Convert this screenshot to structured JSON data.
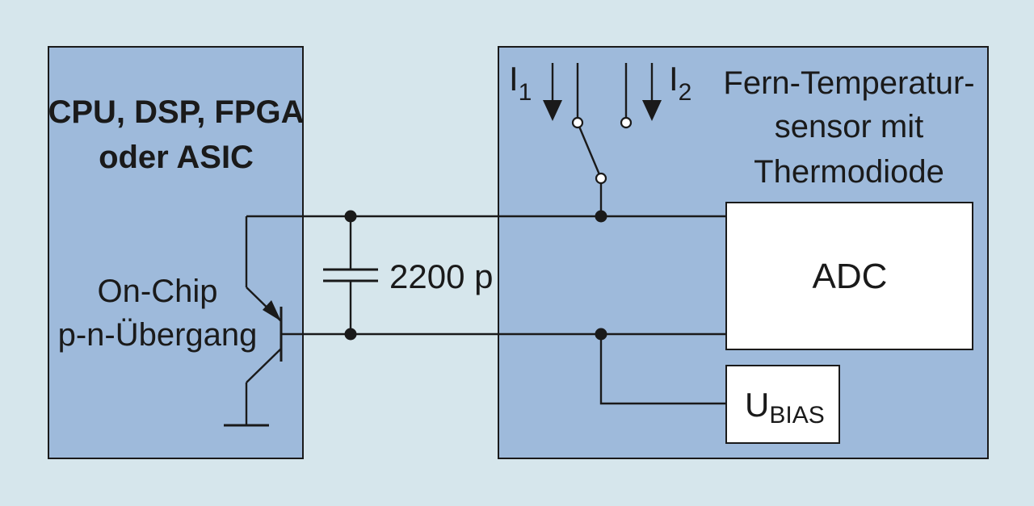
{
  "left_block": {
    "title_line1": "CPU, DSP, FPGA",
    "title_line2": "oder ASIC",
    "junction_line1": "On-Chip",
    "junction_line2": "p-n-Übergang"
  },
  "right_block": {
    "title_line1": "Fern-Temperatur-",
    "title_line2": "sensor mit",
    "title_line3": "Thermodiode",
    "current1_symbol": "I",
    "current1_index": "1",
    "current2_symbol": "I",
    "current2_index": "2",
    "adc_label": "ADC",
    "bias_symbol": "U",
    "bias_index": "BIAS"
  },
  "capacitor": {
    "label": "2200 p"
  },
  "colors": {
    "background": "#d6e6ec",
    "block_fill": "#9ebadb",
    "line": "#1a1a1a",
    "box_fill": "#ffffff"
  }
}
